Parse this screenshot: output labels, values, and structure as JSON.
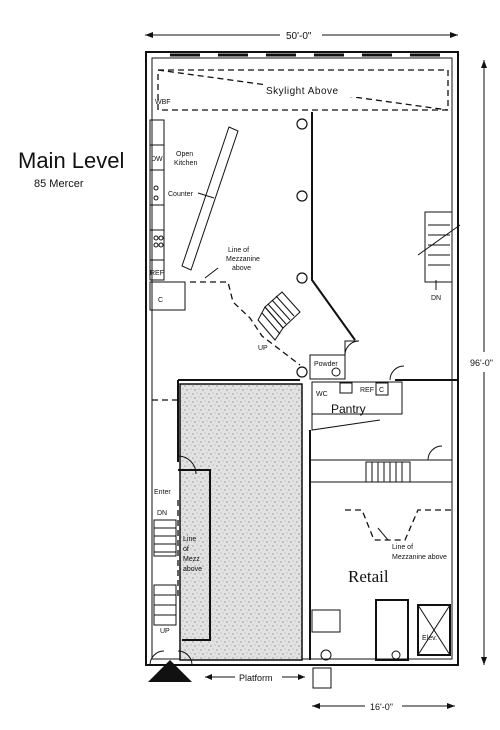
{
  "title": {
    "main": "Main Level",
    "sub": "85 Mercer"
  },
  "dimensions": {
    "width": "50'-0\"",
    "height": "96'-0\"",
    "bottom": "16'-0\""
  },
  "labels": {
    "skylight": "Skylight Above",
    "wbf": "WBF",
    "dw": "DW",
    "open": "Open",
    "kitchen": "Kitchen",
    "counter": "Counter",
    "ref_kitchen": "REF",
    "c_kitchen": "C",
    "mezz1": "Line of",
    "mezz2": "Mezzanine",
    "mezz3": "above",
    "up": "UP",
    "dn_right": "DN",
    "powder": "Powder",
    "wc": "WC",
    "ref_pantry": "REF",
    "c_pantry": "C",
    "pantry": "Pantry",
    "enter": "Enter",
    "dn_left": "DN",
    "lm1": "Line",
    "lm2": "of",
    "lm3": "Mezz",
    "lm4": "above",
    "up_left": "UP",
    "line_mezz_retail1": "Line of",
    "line_mezz_retail2": "Mezzanine above",
    "retail": "Retail",
    "elev": "Elev.",
    "platform": "Platform"
  }
}
